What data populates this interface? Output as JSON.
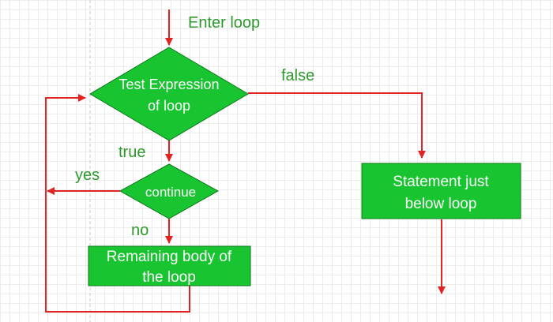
{
  "colors": {
    "edge": "#e32222",
    "node_fill": "#18c530",
    "node_stroke": "#0c7a18",
    "label_text": "#2b9a2b",
    "node_text": "#ffffff",
    "guide": "#c8c8c8"
  },
  "labels": {
    "enter_loop": "Enter loop",
    "false": "false",
    "true": "true",
    "yes": "yes",
    "no": "no"
  },
  "nodes": {
    "test_expression": {
      "line1": "Test Expression",
      "line2": "of loop"
    },
    "continue": {
      "line1": "continue"
    },
    "statement_below": {
      "line1": "Statement just",
      "line2": "below loop"
    },
    "remaining_body": {
      "line1": "Remaining body of",
      "line2": "the loop"
    }
  }
}
